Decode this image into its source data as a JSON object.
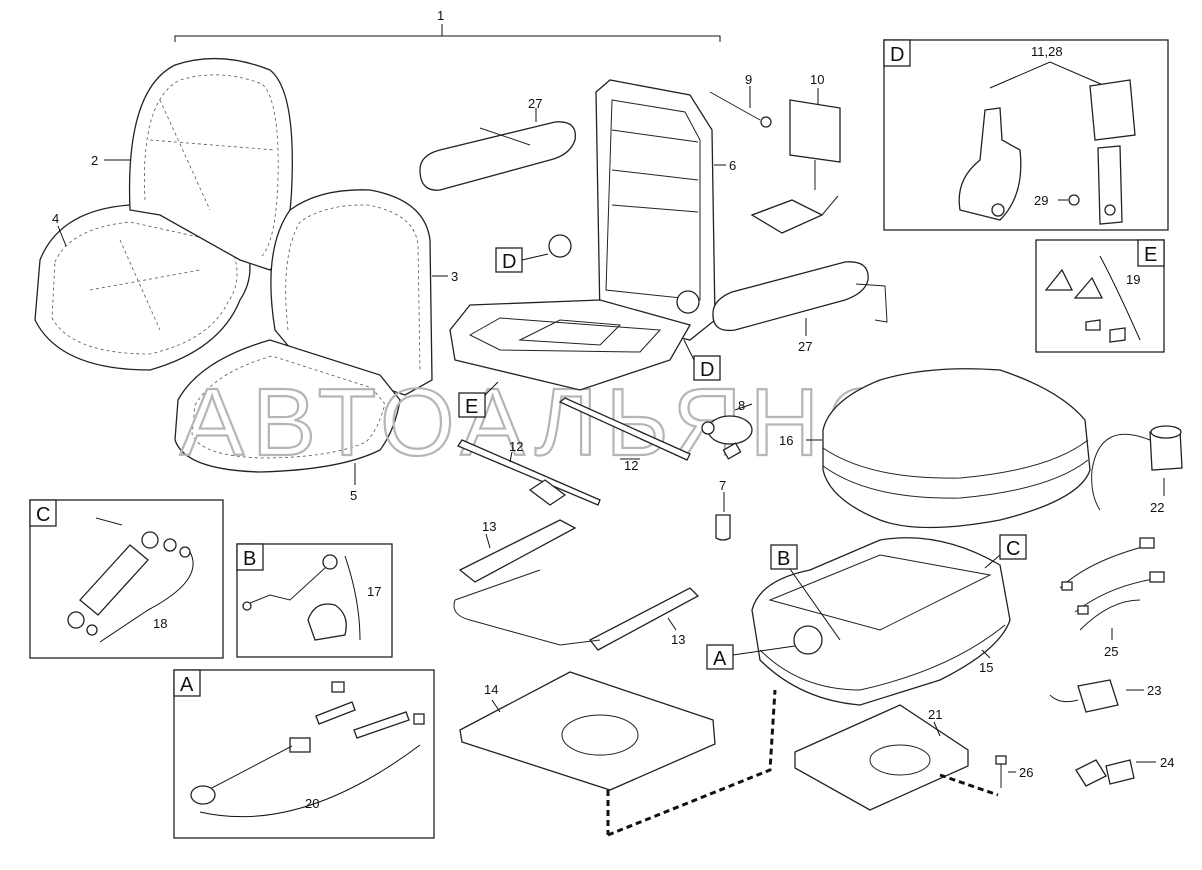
{
  "watermark": "АВТОАЛЬЯНС",
  "callouts": {
    "n1": "1",
    "n2": "2",
    "n3": "3",
    "n4": "4",
    "n5": "5",
    "n6": "6",
    "n7": "7",
    "n8": "8",
    "n9": "9",
    "n10": "10",
    "n11_28": "11,28",
    "n12a": "12",
    "n12b": "12",
    "n13a": "13",
    "n13b": "13",
    "n14": "14",
    "n15": "15",
    "n16": "16",
    "n17": "17",
    "n18": "18",
    "n19": "19",
    "n20": "20",
    "n21": "21",
    "n22": "22",
    "n23": "23",
    "n24": "24",
    "n25": "25",
    "n26": "26",
    "n27a": "27",
    "n27b": "27",
    "n29": "29"
  },
  "detail_labels": {
    "A_box": "A",
    "B_box": "B",
    "C_box": "C",
    "D_box": "D",
    "E_box": "E",
    "A_ref": "A",
    "B_ref": "B",
    "C_ref": "C",
    "D_ref1": "D",
    "D_ref2": "D",
    "E_ref": "E"
  }
}
